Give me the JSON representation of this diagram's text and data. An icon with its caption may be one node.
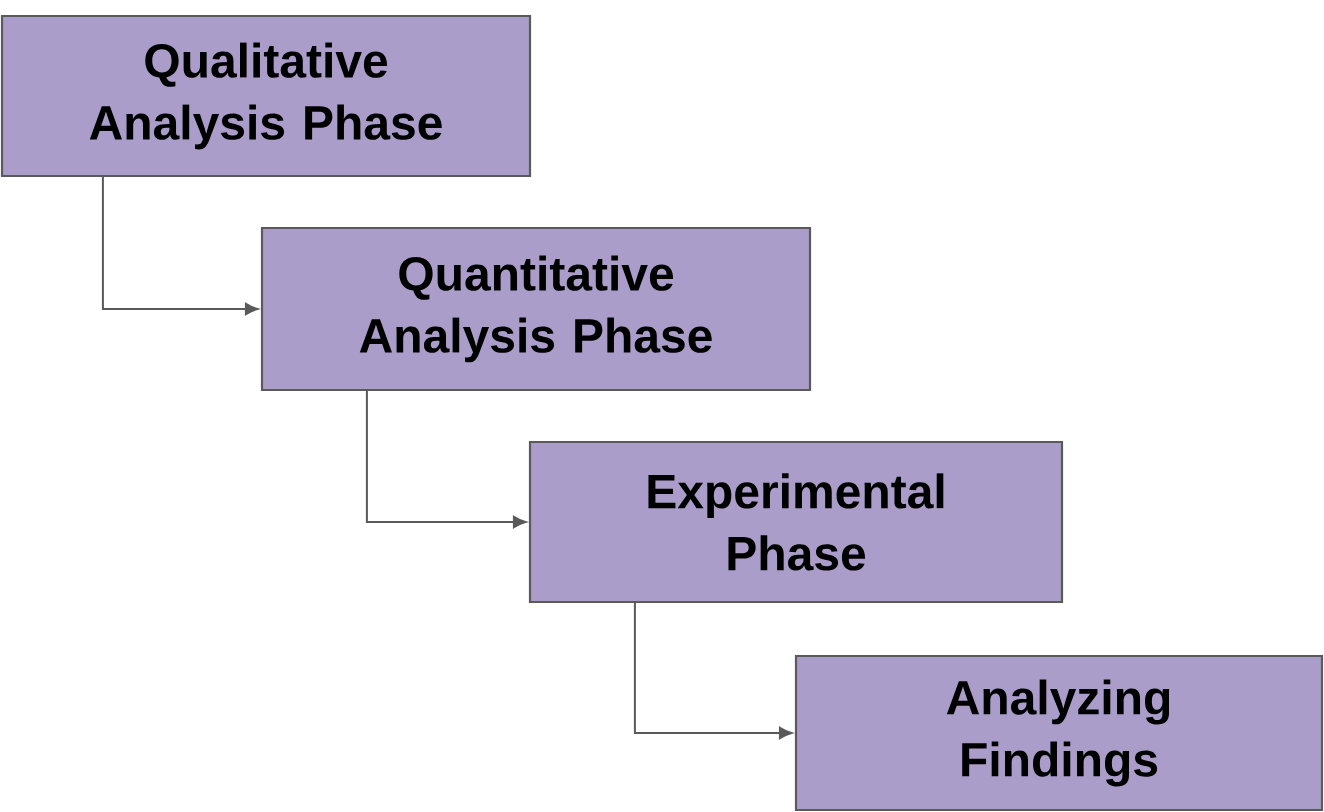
{
  "diagram": {
    "nodes": [
      {
        "text": [
          "Qualitative Analysis Phase"
        ]
      },
      {
        "text": [
          "Quantitative Analysis Phase"
        ]
      },
      {
        "text": [
          "Experimental Phase"
        ]
      },
      {
        "text": [
          "Analyzing Findings"
        ]
      }
    ],
    "edges": [
      {
        "from": 0,
        "to": 1,
        "arrow": "to"
      },
      {
        "from": 1,
        "to": 2,
        "arrow": "to"
      },
      {
        "from": 2,
        "to": 3,
        "arrow": "to"
      }
    ]
  }
}
